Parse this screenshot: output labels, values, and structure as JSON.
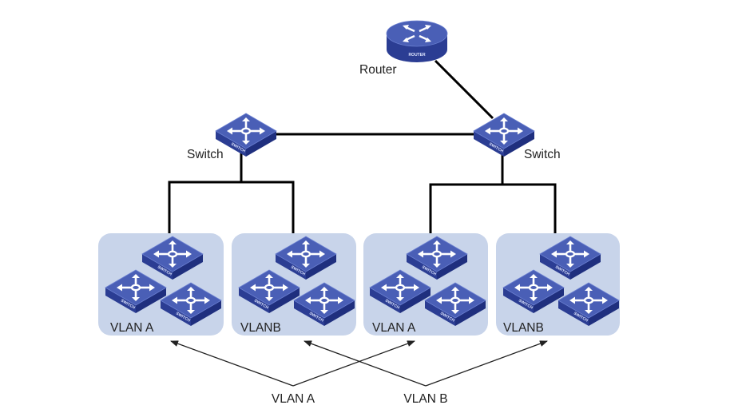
{
  "diagram": {
    "title": "",
    "colors": {
      "device_top": "#4459b0",
      "device_side": "#24358a",
      "device_glyph": "#ffffff",
      "vlan_box": "#c8d4ea",
      "link": "#000000",
      "arrow": "#222222"
    },
    "router": {
      "label": "Router",
      "caption": "ROUTER",
      "icon": "router-icon"
    },
    "core_switches": [
      {
        "id": "switch-left",
        "label": "Switch",
        "caption": "SWITCH",
        "icon": "switch-icon"
      },
      {
        "id": "switch-right",
        "label": "Switch",
        "caption": "SWITCH",
        "icon": "switch-icon"
      }
    ],
    "vlan_groups": [
      {
        "label": "VLAN A",
        "switch_count": 3,
        "switch_caption": "SWITCH",
        "uplink": "switch-left"
      },
      {
        "label": "VLANB",
        "switch_count": 3,
        "switch_caption": "SWITCH",
        "uplink": "switch-left"
      },
      {
        "label": "VLAN A",
        "switch_count": 3,
        "switch_caption": "SWITCH",
        "uplink": "switch-right"
      },
      {
        "label": "VLANB",
        "switch_count": 3,
        "switch_caption": "SWITCH",
        "uplink": "switch-right"
      }
    ],
    "links": [
      {
        "from": "router",
        "to": "switch-right"
      },
      {
        "from": "switch-left",
        "to": "switch-right"
      }
    ],
    "legend_labels": [
      {
        "label": "VLAN A",
        "points_to_groups": [
          0,
          2
        ]
      },
      {
        "label": "VLAN B",
        "points_to_groups": [
          1,
          3
        ]
      }
    ]
  }
}
